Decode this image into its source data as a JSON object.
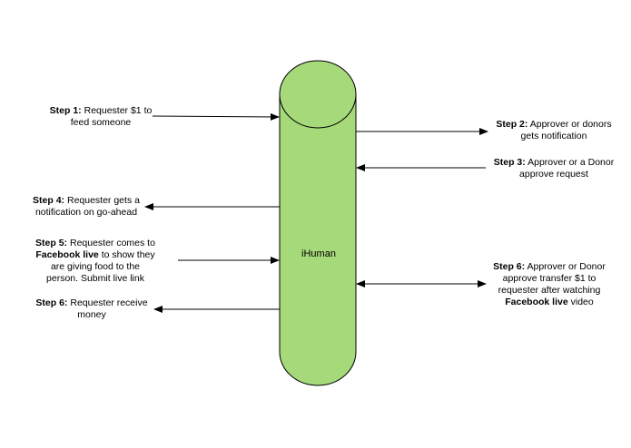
{
  "system": {
    "name": "iHuman",
    "fill_color": "#a6d97a",
    "stroke_color": "#000000"
  },
  "steps": {
    "step1": {
      "title": "Step 1:",
      "text1": " Requester $1 to",
      "line2": "feed someone"
    },
    "step2": {
      "title": "Step 2:",
      "text1": " Approver or donors",
      "line2": "gets notification"
    },
    "step3": {
      "title": "Step 3:",
      "text1": " Approver or a Donor",
      "line2": "approve request"
    },
    "step4": {
      "title": "Step 4:",
      "text1": " Requester gets a",
      "line2": "notification on go-ahead"
    },
    "step5": {
      "title": "Step 5:",
      "text1": " Requester comes to",
      "bold2": "Facebook live",
      "text2": " to show they",
      "line3": "are giving food to the",
      "line4": "person. Submit live link"
    },
    "step6_left": {
      "title": "Step 6:",
      "text1": " Requester receive",
      "line2": "money"
    },
    "step6_right": {
      "title": "Step 6:",
      "text1": " Approver or Donor",
      "line2": "approve transfer $1 to",
      "line3": "requester after watching",
      "bold4": "Facebook live",
      "text4": " video"
    }
  }
}
